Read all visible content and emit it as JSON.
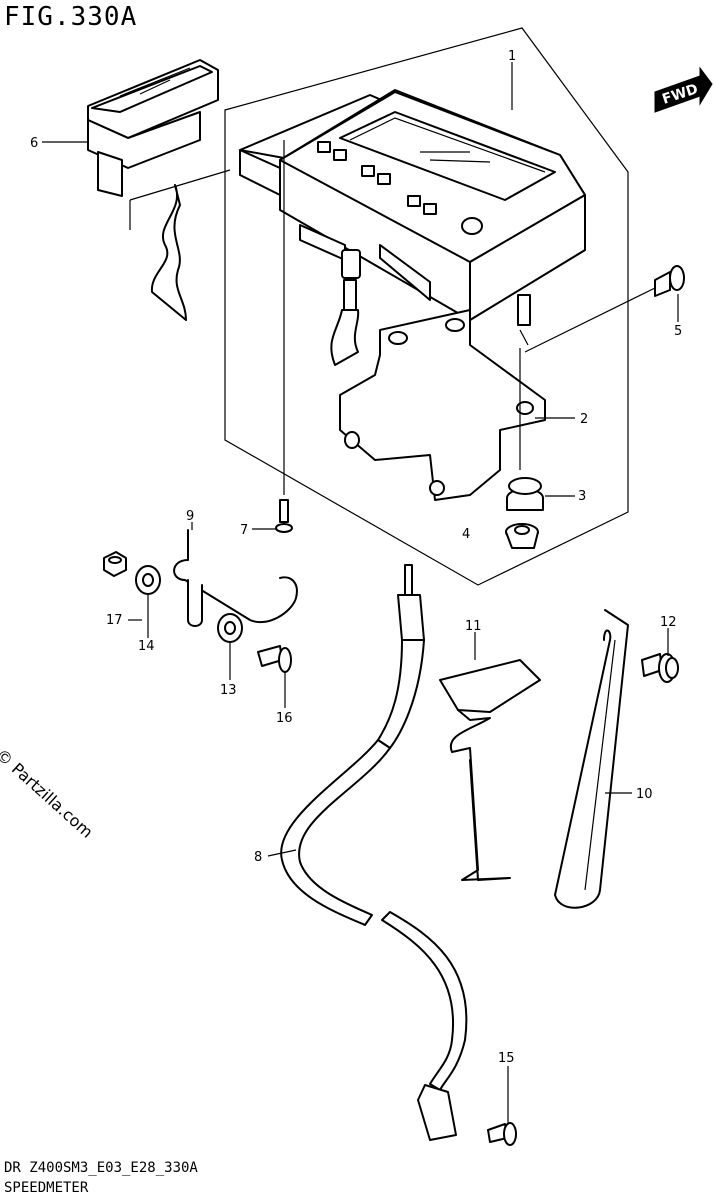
{
  "figure_title": "FIG.330A",
  "footer": {
    "model_code": "DR Z400SM3_E03_E28_330A",
    "section": "SPEEDMETER"
  },
  "watermark": "© Partzilla.com",
  "fwd_label": "FWD",
  "callouts": [
    {
      "id": "c1",
      "label": "1"
    },
    {
      "id": "c2",
      "label": "2"
    },
    {
      "id": "c3",
      "label": "3"
    },
    {
      "id": "c4",
      "label": "4"
    },
    {
      "id": "c5",
      "label": "5"
    },
    {
      "id": "c6",
      "label": "6"
    },
    {
      "id": "c7",
      "label": "7"
    },
    {
      "id": "c8",
      "label": "8"
    },
    {
      "id": "c9",
      "label": "9"
    },
    {
      "id": "c10",
      "label": "10"
    },
    {
      "id": "c11",
      "label": "11"
    },
    {
      "id": "c12",
      "label": "12"
    },
    {
      "id": "c13",
      "label": "13"
    },
    {
      "id": "c14",
      "label": "14"
    },
    {
      "id": "c15",
      "label": "15"
    },
    {
      "id": "c16",
      "label": "16"
    },
    {
      "id": "c17",
      "label": "17"
    }
  ]
}
